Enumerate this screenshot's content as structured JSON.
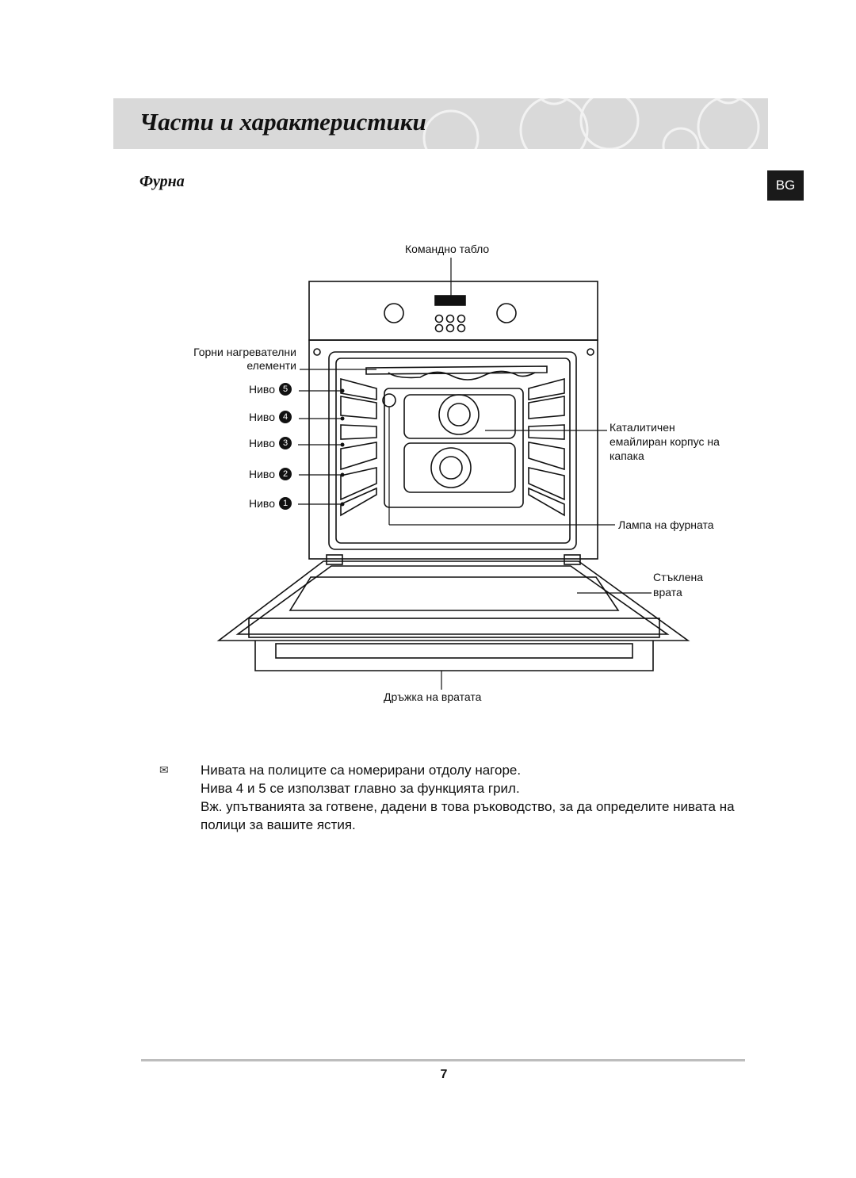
{
  "header": {
    "title": "Части и характеристики",
    "language_badge": "BG"
  },
  "section": {
    "title": "Фурна"
  },
  "diagram": {
    "labels": {
      "control_panel": "Командно табло",
      "top_heating_line1": "Горни нагревателни",
      "top_heating_line2": "елементи",
      "catalytic_line1": "Каталитичен",
      "catalytic_line2": "емайлиран корпус на",
      "catalytic_line3": "капака",
      "oven_lamp": "Лампа на фурната",
      "glass_door_line1": "Стъклена",
      "glass_door_line2": "врата",
      "door_handle": "Дръжка на вратата"
    },
    "levels": [
      {
        "label": "Ниво",
        "number": "5"
      },
      {
        "label": "Ниво",
        "number": "4"
      },
      {
        "label": "Ниво",
        "number": "3"
      },
      {
        "label": "Ниво",
        "number": "2"
      },
      {
        "label": "Ниво",
        "number": "1"
      }
    ]
  },
  "notes": [
    "Нивата на полиците са номерирани отдолу нагоре.",
    "Нива 4 и 5 се използват главно за функцията грил.",
    "Вж. упътванията за готвене, дадени в това ръководство, за да определите нивата на полици за вашите ястия."
  ],
  "icons": {
    "note": "note-icon"
  },
  "page": {
    "number": "7"
  }
}
